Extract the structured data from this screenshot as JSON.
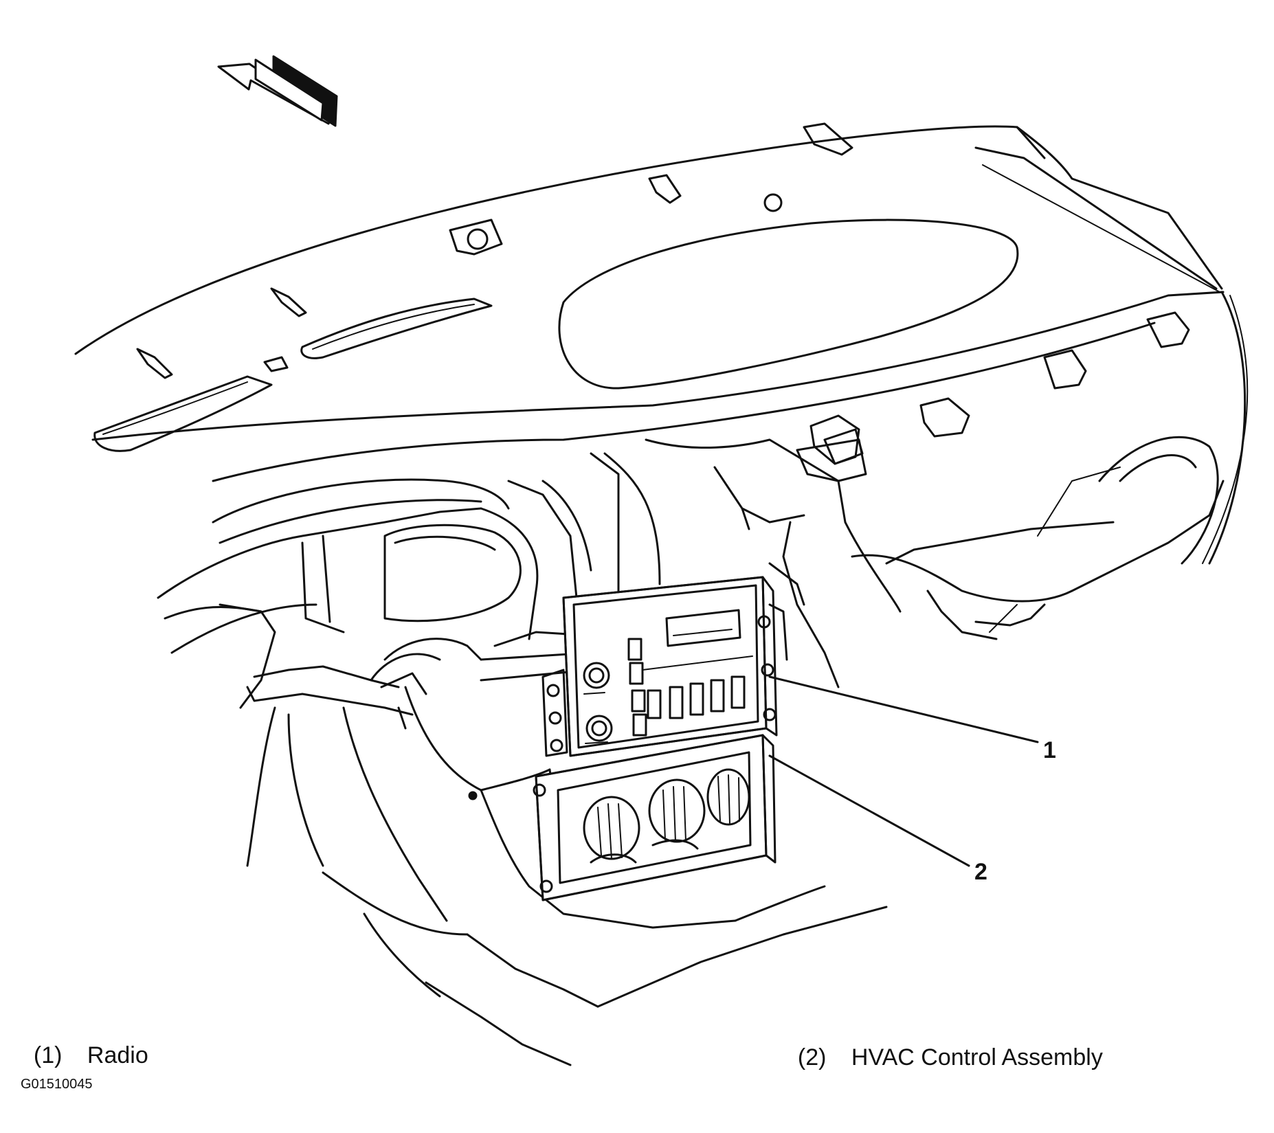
{
  "diagram": {
    "callouts": [
      {
        "number": "1",
        "label": "Radio"
      },
      {
        "number": "2",
        "label": "HVAC Control Assembly"
      }
    ],
    "legend": [
      {
        "number": "(1)",
        "label": "Radio"
      },
      {
        "number": "(2)",
        "label": "HVAC Control Assembly"
      }
    ],
    "figure_id": "G01510045"
  }
}
